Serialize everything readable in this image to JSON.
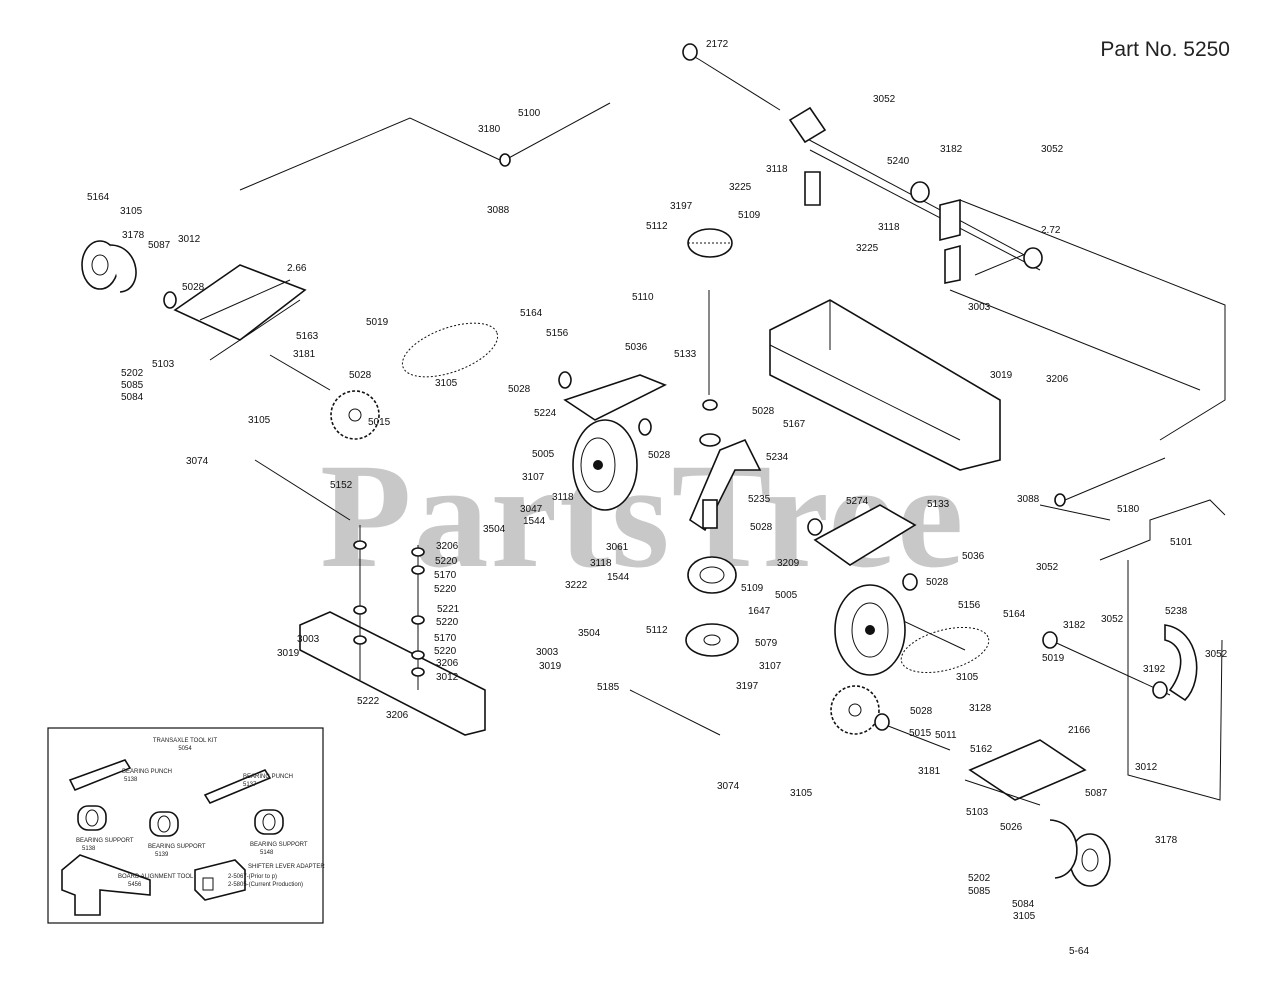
{
  "title": "Part No. 5250",
  "watermark": "PartsTree",
  "labels": [
    "2172",
    "5100",
    "3180",
    "3088",
    "3052",
    "3118",
    "3225",
    "3197",
    "5112",
    "5109",
    "3182",
    "5240",
    "3052",
    "3118",
    "3225",
    "2.72",
    "5164",
    "3105",
    "3178",
    "5087",
    "3012",
    "2.66",
    "5028",
    "5019",
    "5164",
    "5156",
    "5036",
    "5133",
    "5110",
    "3003",
    "5202",
    "5085",
    "5084",
    "5103",
    "5163",
    "3181",
    "3105",
    "5028",
    "5015",
    "3105",
    "5224",
    "5005",
    "5028",
    "5028",
    "5028",
    "5234",
    "5167",
    "3019",
    "3206",
    "3074",
    "5152",
    "3107",
    "3118",
    "3047",
    "1544",
    "3061",
    "5235",
    "5028",
    "5274",
    "5133",
    "3088",
    "5180",
    "3504",
    "5101",
    "3206",
    "5220",
    "5170",
    "5220",
    "5221",
    "5220",
    "5170",
    "5220",
    "3206",
    "3012",
    "3222",
    "3118",
    "1544",
    "5109",
    "3209",
    "5036",
    "5028",
    "3052",
    "3003",
    "3019",
    "5222",
    "3206",
    "3003",
    "3019",
    "3504",
    "5112",
    "5079",
    "1647",
    "5005",
    "5156",
    "5164",
    "3182",
    "3052",
    "5238",
    "3052",
    "5019",
    "3105",
    "3192",
    "3107",
    "5185",
    "3197",
    "3074",
    "5028",
    "5015",
    "5011",
    "3105",
    "3181",
    "3128",
    "2166",
    "5162",
    "3012",
    "5087",
    "5103",
    "5026",
    "5202",
    "5085",
    "5084",
    "3105",
    "3178",
    "5-64"
  ],
  "kit": {
    "header": "TRANSAXLE TOOL KIT",
    "code": "5054",
    "items": [
      {
        "name": "BEARING PUNCH",
        "code": "5138"
      },
      {
        "name": "BEARING PUNCH",
        "code": "5137"
      },
      {
        "name": "BEARING SUPPORT",
        "code": "5138"
      },
      {
        "name": "BEARING SUPPORT",
        "code": "5139"
      },
      {
        "name": "BEARING SUPPORT",
        "code": "5148"
      },
      {
        "name": "BOARD ALIGNMENT TOOL",
        "code": "5456"
      },
      {
        "name": "SHIFTER LEVER ADAPTER",
        "code": ""
      }
    ],
    "notes": [
      "2-5067-(Prior to p)",
      "2-5805-(Current Production)"
    ]
  }
}
